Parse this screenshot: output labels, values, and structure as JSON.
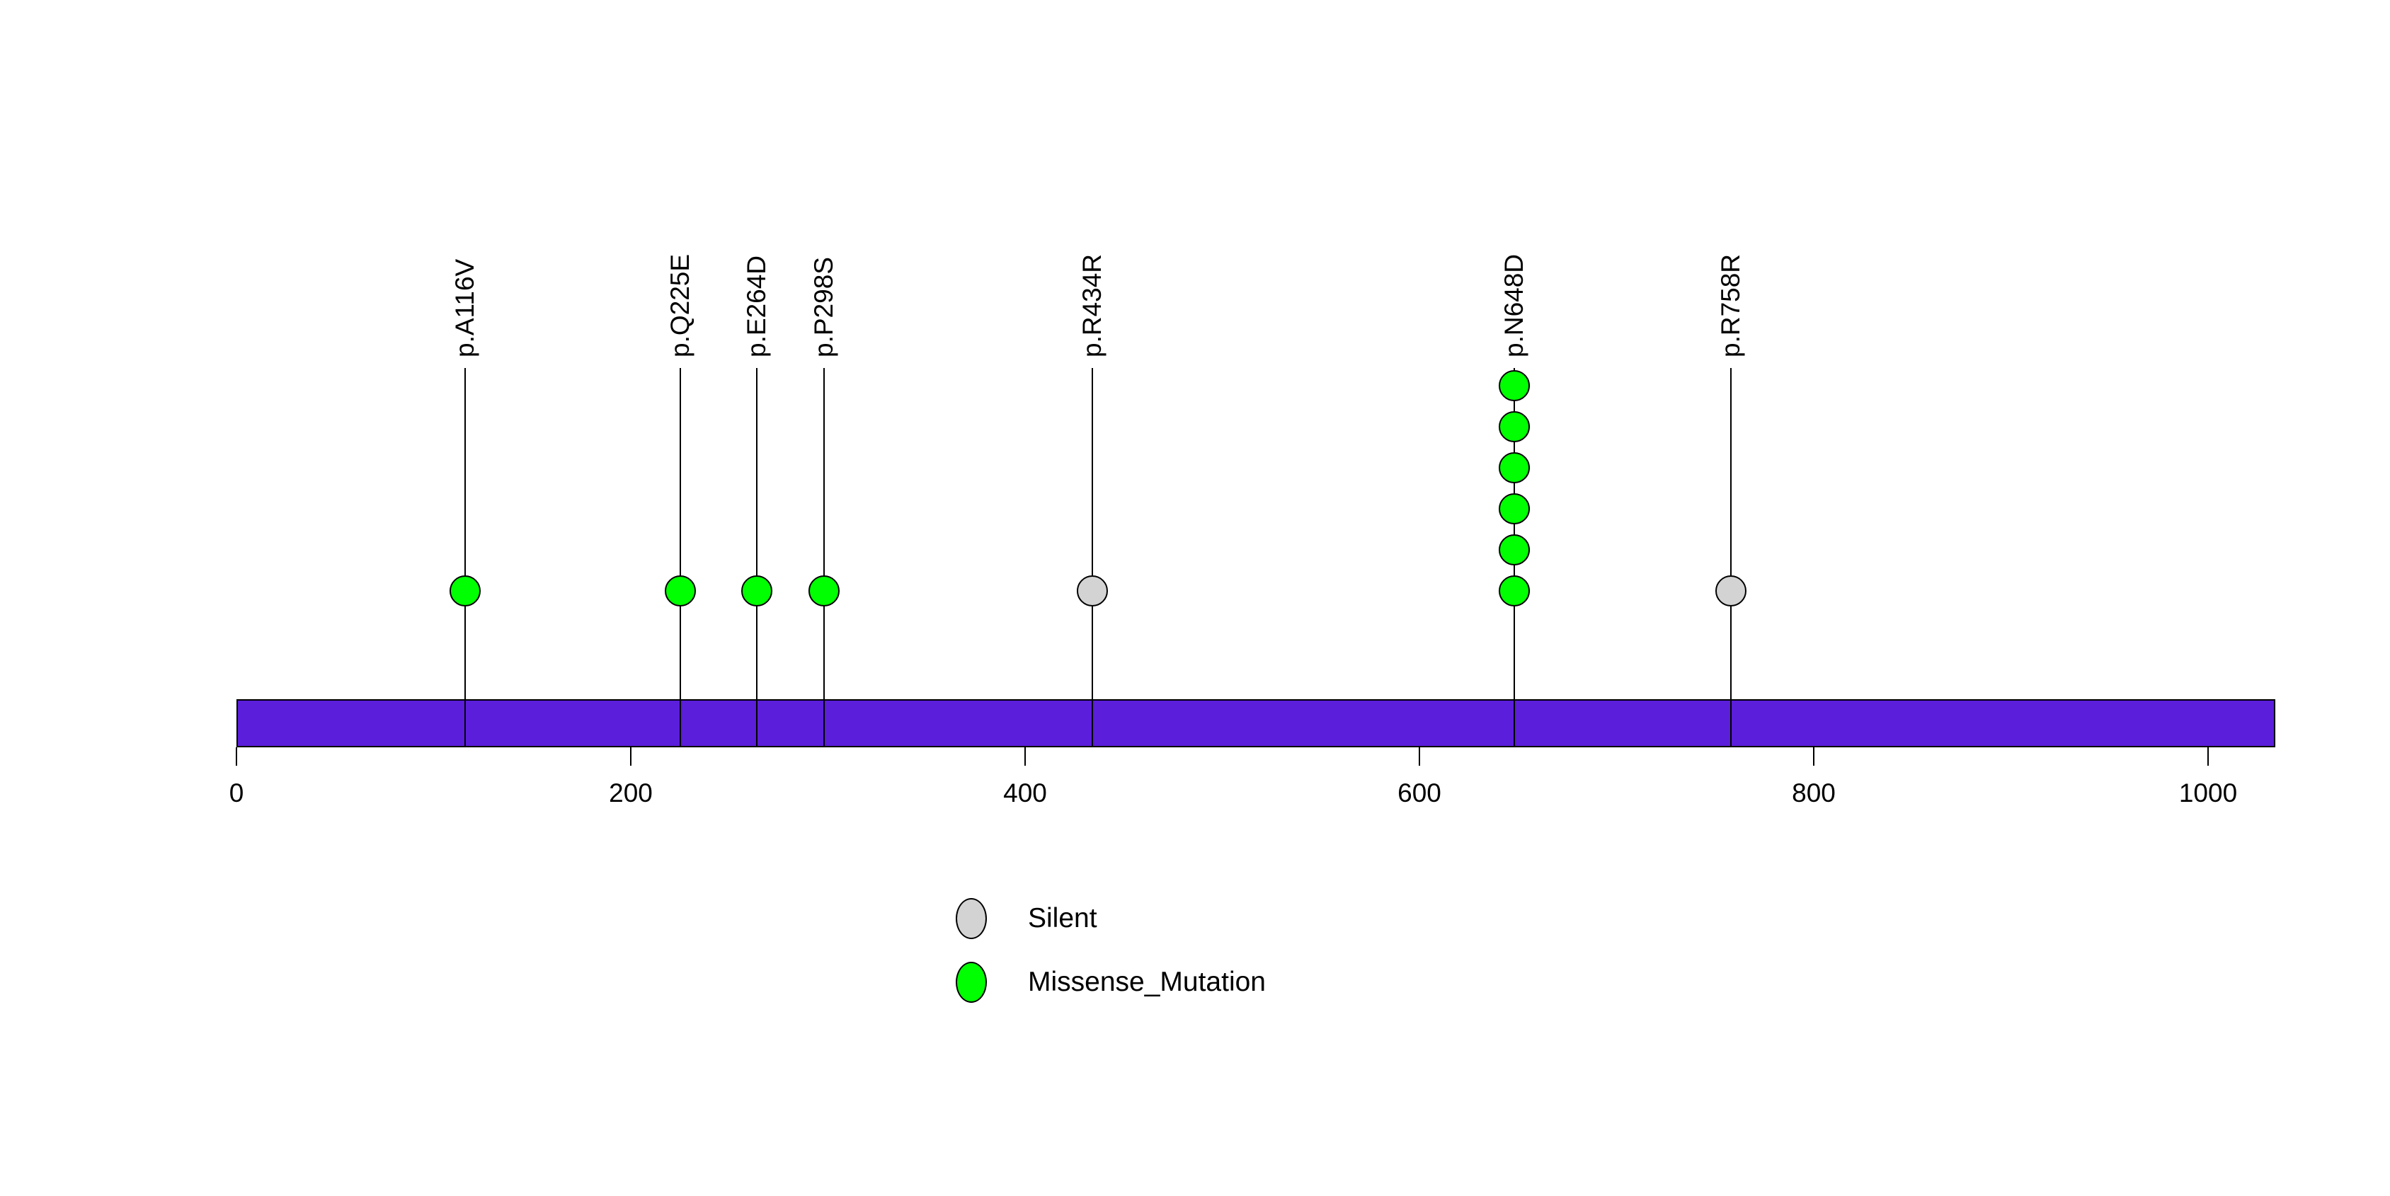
{
  "chart_data": {
    "type": "scatter",
    "subtype": "lollipop-mutation-plot",
    "title": "",
    "xlabel": "",
    "ylabel": "",
    "grid": false,
    "x_ticks": [
      0,
      200,
      400,
      600,
      800,
      1000
    ],
    "xlim": [
      0,
      1034
    ],
    "protein_bar_color": "#5B1EDB",
    "stem_color": "#000000",
    "mutations": [
      {
        "label": "p.A116V",
        "position": 116,
        "count": 1,
        "type": "Missense_Mutation"
      },
      {
        "label": "p.Q225E",
        "position": 225,
        "count": 1,
        "type": "Missense_Mutation"
      },
      {
        "label": "p.E264D",
        "position": 264,
        "count": 1,
        "type": "Missense_Mutation"
      },
      {
        "label": "p.P298S",
        "position": 298,
        "count": 1,
        "type": "Missense_Mutation"
      },
      {
        "label": "p.R434R",
        "position": 434,
        "count": 1,
        "type": "Silent"
      },
      {
        "label": "p.N648D",
        "position": 648,
        "count": 6,
        "type": "Missense_Mutation"
      },
      {
        "label": "p.R758R",
        "position": 758,
        "count": 1,
        "type": "Silent"
      }
    ],
    "legend_position": "bottom-center-left",
    "legend": [
      {
        "label": "Silent",
        "color": "#D3D3D3"
      },
      {
        "label": "Missense_Mutation",
        "color": "#00FF00"
      }
    ]
  }
}
